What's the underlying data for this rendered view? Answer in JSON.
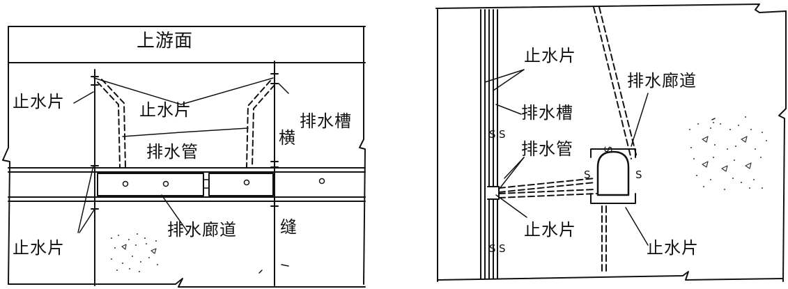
{
  "left_figure": {
    "title": "上游面",
    "labels": {
      "waterstop_upper_left": "止水片",
      "waterstop_upper_center": "止水片",
      "drain_pipe": "排水管",
      "drain_groove": "排水槽",
      "joint_upper": "横",
      "joint_lower": "缝",
      "gallery": "排水廊道",
      "waterstop_lower_left": "止水片"
    }
  },
  "right_figure": {
    "labels": {
      "waterstop_top": "止水片",
      "drain_groove": "排水槽",
      "drain_pipe": "排水管",
      "gallery": "排水廊道",
      "waterstop_mid": "止水片",
      "waterstop_bottom": "止水片",
      "seal_mark": "S"
    }
  }
}
